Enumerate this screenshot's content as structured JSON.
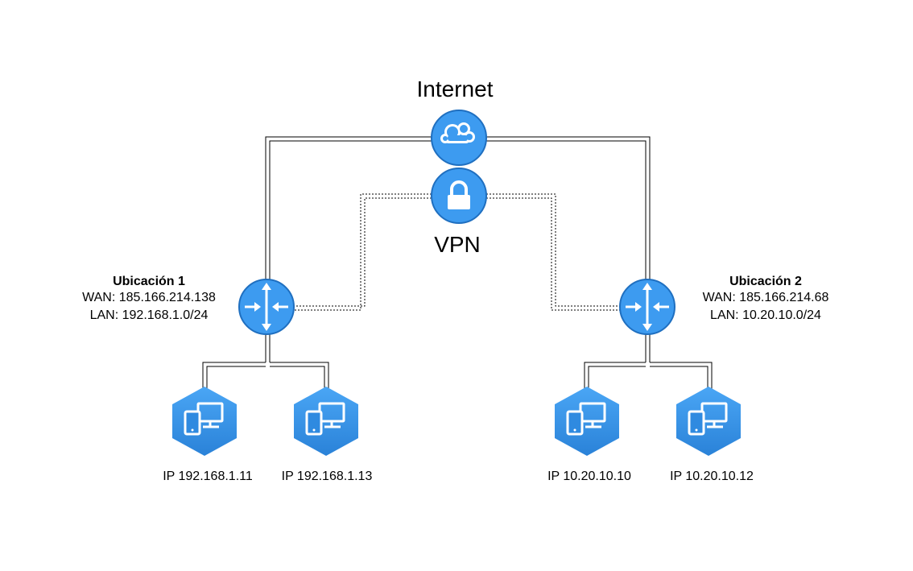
{
  "internet": {
    "label": "Internet"
  },
  "vpn": {
    "label": "VPN"
  },
  "site1": {
    "name": "Ubicación 1",
    "wan": "WAN: 185.166.214.138",
    "lan": "LAN: 192.168.1.0/24",
    "hosts": [
      {
        "ip": "IP 192.168.1.11"
      },
      {
        "ip": "IP 192.168.1.13"
      }
    ]
  },
  "site2": {
    "name": "Ubicación 2",
    "wan": "WAN: 185.166.214.68",
    "lan": "LAN: 10.20.10.0/24",
    "hosts": [
      {
        "ip": "IP 10.20.10.10"
      },
      {
        "ip": "IP 10.20.10.12"
      }
    ]
  },
  "colors": {
    "node_blue": "#3d9bf0",
    "node_blue_dark": "#2a7fd4",
    "node_ring": "#1f6fc0",
    "link": "#000000"
  },
  "icons": [
    "cloud-icon",
    "lock-icon",
    "router-icon",
    "devices-icon"
  ]
}
